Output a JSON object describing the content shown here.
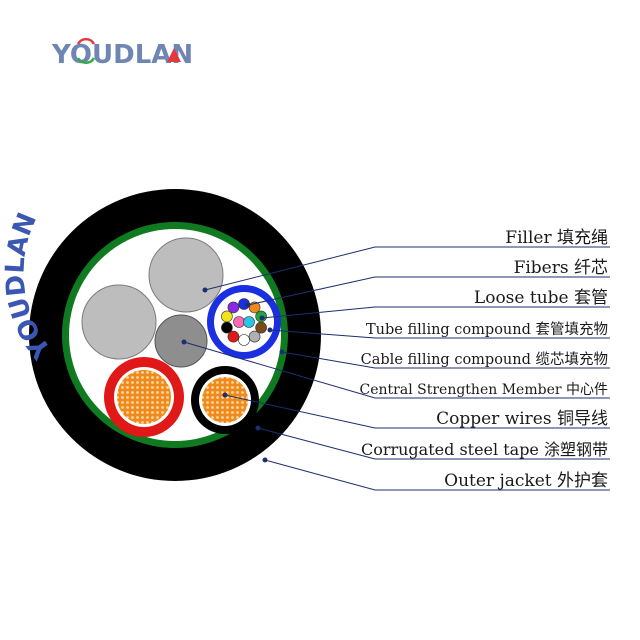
{
  "brand": {
    "name": "YOUDLAN",
    "left_text": "Y",
    "o_letter": "O",
    "middle_text": "UDL",
    "a_letter": "A",
    "right_text": "N",
    "color": "#6f86b4",
    "accent_red": "#e2383f",
    "accent_green": "#3aaa46"
  },
  "labels": {
    "filler": "Filler 填充绳",
    "fibers": "Fibers 纤芯",
    "loose_tube": "Loose tube 套管",
    "tube_filling": "Tube filling compound 套管填充物",
    "cable_filling": "Cable filling compound 缆芯填充物",
    "central_member": "Central Strengthen Member 中心件",
    "copper_wires": "Copper wires 铜导线",
    "steel_tape": "Corrugated steel tape 涂塑钢带",
    "outer_jacket": "Outer jacket 外护套"
  },
  "colors": {
    "jacket": "#000000",
    "steel_tape": "#0f7a1f",
    "filler": "#bdbdbd",
    "central_member": "#8e8e8e",
    "loose_tube": "#1a2fe0",
    "leader_line": "#1c2f6e",
    "copper": "#f08a1c",
    "insulation_red": "#e01818",
    "insulation_black": "#000000",
    "fibers": [
      "#1a2fe0",
      "#f08a1c",
      "#1fa83a",
      "#7a4a1a",
      "#b0b0b0",
      "#ffffff",
      "#e01818",
      "#000000",
      "#f2e21a",
      "#8a2be2",
      "#ff69b4",
      "#29c5e6"
    ]
  }
}
